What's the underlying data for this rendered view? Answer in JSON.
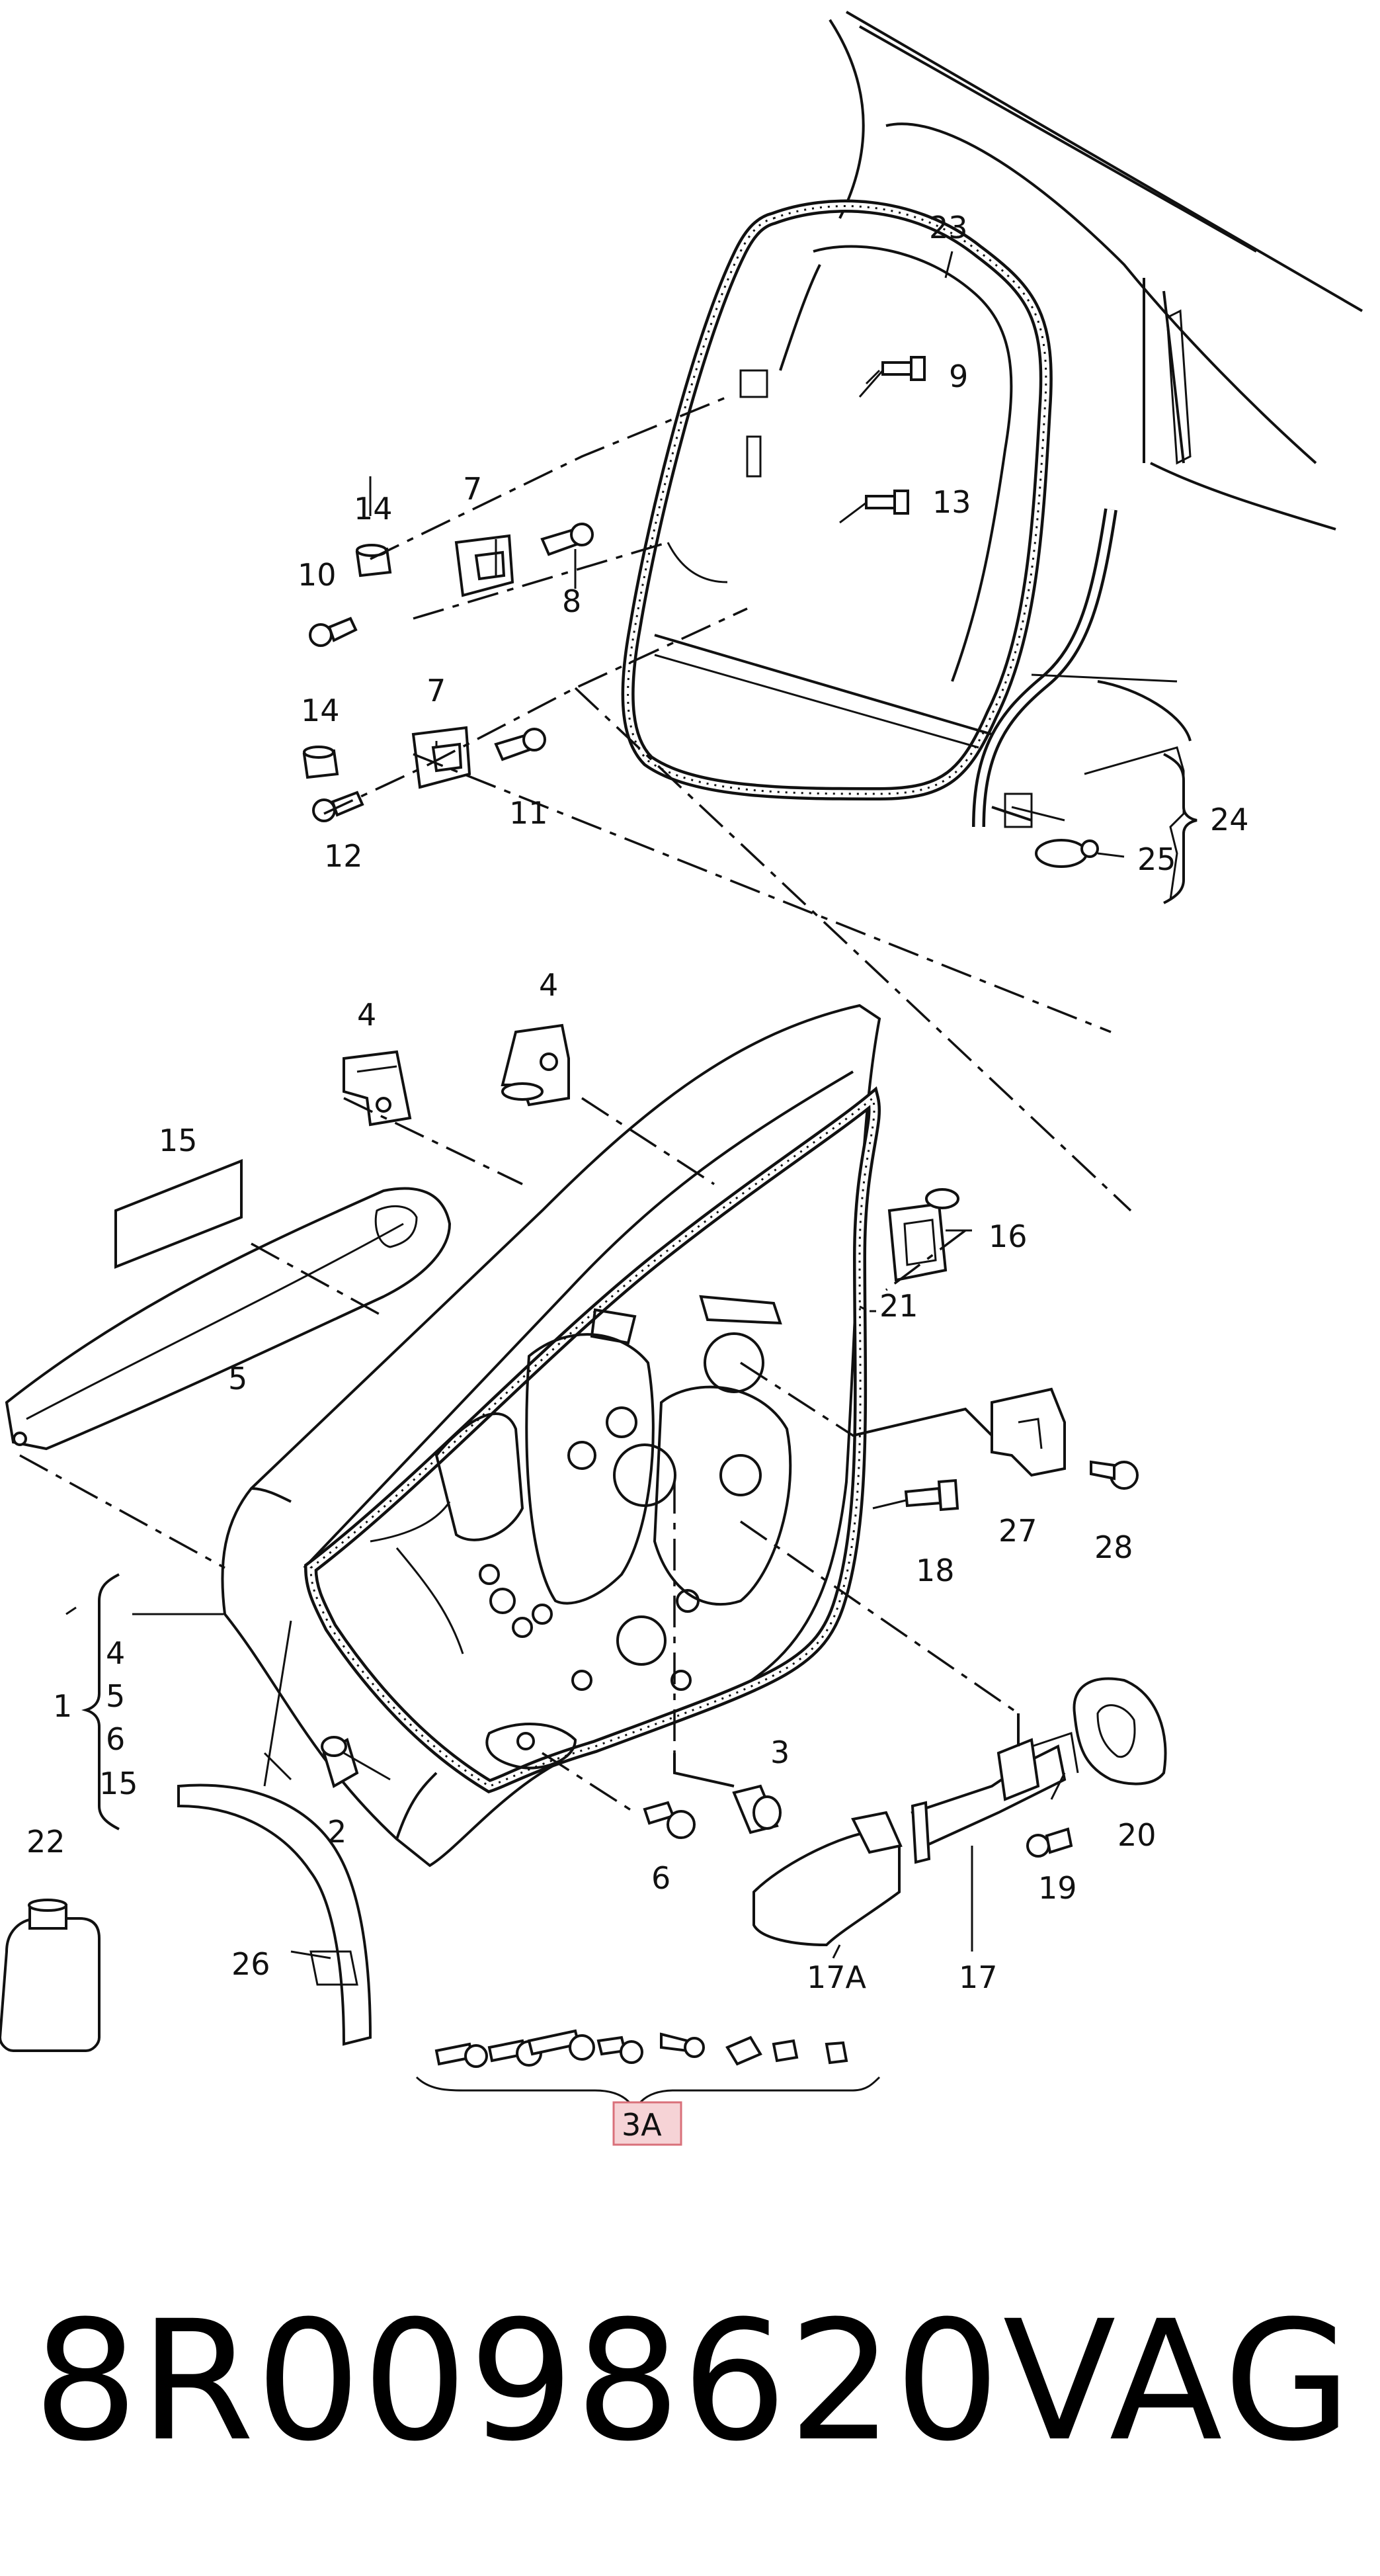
{
  "labels": {
    "c1": "1",
    "c2": "2",
    "c3": "3",
    "c3a": "3A",
    "c4a": "4",
    "c4b": "4",
    "c4c": "4",
    "c5a": "5",
    "c5b": "5",
    "c6a": "6",
    "c6b": "6",
    "c7a": "7",
    "c7b": "7",
    "c8": "8",
    "c9": "9",
    "c10": "10",
    "c11": "11",
    "c12": "12",
    "c13": "13",
    "c14a": "14",
    "c14b": "14",
    "c15a": "15",
    "c15b": "15",
    "c16": "16",
    "c17": "17",
    "c17a": "17A",
    "c18": "18",
    "c19": "19",
    "c20": "20",
    "c21": "21",
    "c22": "22",
    "c23": "23",
    "c24": "24",
    "c25": "25",
    "c26": "26",
    "c27": "27",
    "c28": "28"
  },
  "footer": {
    "part_number": "8R0098620",
    "brand": "VAG"
  },
  "colors": {
    "highlight_fill": "#f6d3d6",
    "highlight_stroke": "#d9707a",
    "ink": "#111111"
  }
}
